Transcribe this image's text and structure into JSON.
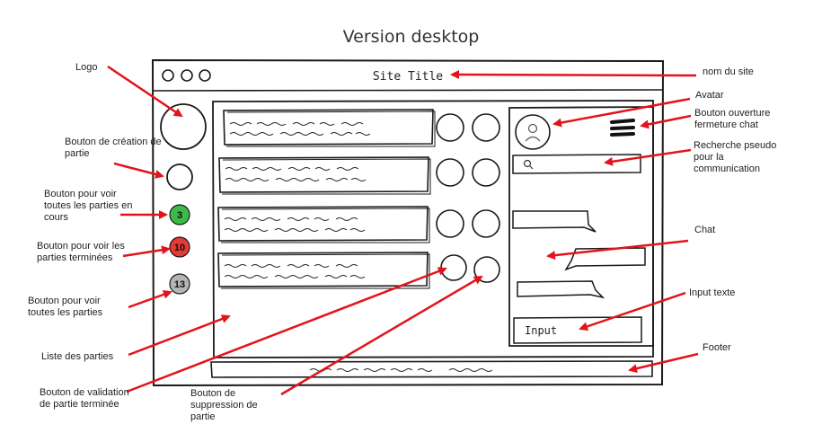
{
  "heading": "Version desktop",
  "wireframe": {
    "site_title": "Site Title",
    "input_placeholder": "Input",
    "badges": {
      "in_progress": "3",
      "finished": "10",
      "all": "13"
    },
    "colors": {
      "in_progress": "#3db94a",
      "finished": "#e53935",
      "all": "#b5b5b5",
      "arrow": "#e3131b"
    }
  },
  "annotations": {
    "logo": "Logo",
    "site_name": "nom du site",
    "avatar": "Avatar",
    "chat_toggle": "Bouton ouverture fermeture chat",
    "pseudo_search": "Recherche pseudo pour la communication",
    "create_game": "Bouton de création de partie",
    "in_progress": "Bouton pour voir toutes les parties en cours",
    "finished": "Bouton pour voir les parties terminées",
    "all_games": "Bouton pour voir toutes les parties",
    "chat": "Chat",
    "input_text": "Input texte",
    "footer": "Footer",
    "game_list": "Liste des parties",
    "validate": "Bouton de validation de partie terminée",
    "delete": "Bouton de suppression de partie"
  }
}
